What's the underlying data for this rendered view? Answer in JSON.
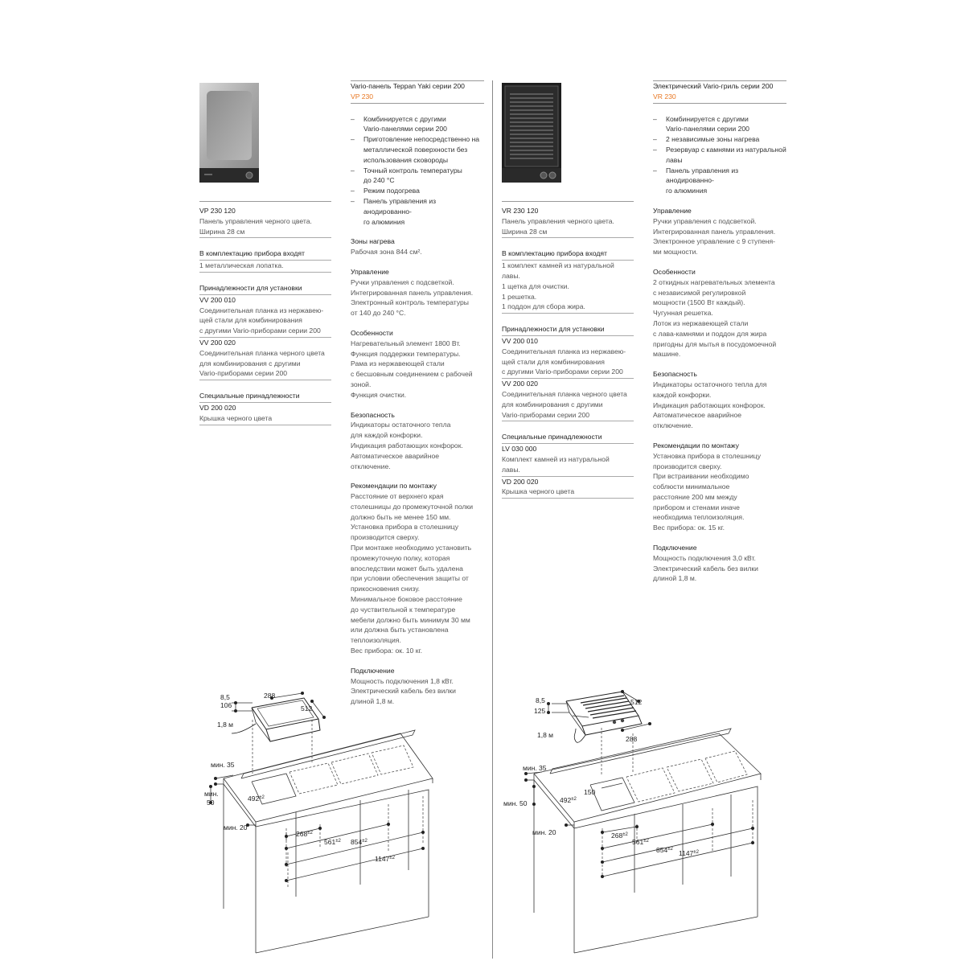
{
  "left": {
    "model_code": "VP 230 120",
    "model_desc": [
      "Панель управления черного цвета.",
      "Ширина 28 см"
    ],
    "included_title": "В комплектацию прибора входят",
    "included_items": [
      "1 металлическая лопатка."
    ],
    "install_acc_title": "Принадлежности для установки",
    "install_acc": [
      {
        "code": "VV 200 010",
        "desc": [
          "Соединительная планка из нержавею-",
          "щей стали для комбинирования",
          "с другими Vario-приборами серии 200"
        ]
      },
      {
        "code": "VV 200 020",
        "desc": [
          "Соединительная планка черного цвета",
          "для комбинирования с другими",
          "Vario-приборами серии 200"
        ]
      }
    ],
    "special_acc_title": "Специальные принадлежности",
    "special_acc": [
      {
        "code": "VD 200 020",
        "desc": [
          "Крышка черного цвета"
        ]
      }
    ]
  },
  "vp": {
    "title": "Vario-панель Teppan Yaki серии 200",
    "code": "VP 230",
    "features": [
      [
        "Комбинируется с другими",
        "Vario-панелями серии 200"
      ],
      [
        "Приготовление непосредственно на",
        "металлической поверхности без",
        "использования сковороды"
      ],
      [
        "Точный контроль температуры",
        "до 240 °C"
      ],
      [
        "Режим подогрева"
      ],
      [
        "Панель управления из анодированно-",
        "го алюминия"
      ]
    ],
    "sections": [
      {
        "title": "Зоны нагрева",
        "lines": [
          "Рабочая зона 844 см²."
        ]
      },
      {
        "title": "Управление",
        "lines": [
          "Ручки управления с подсветкой.",
          "Интегрированная панель управления.",
          "Электронный контроль температуры",
          "от 140 до 240 °C."
        ]
      },
      {
        "title": "Особенности",
        "lines": [
          "Нагревательный элемент 1800 Вт.",
          "Функция поддержки температуры.",
          "Рама из нержавеющей стали",
          "с бесшовным соединением с рабочей",
          "зоной.",
          "Функция очистки."
        ]
      },
      {
        "title": "Безопасность",
        "lines": [
          "Индикаторы остаточного тепла",
          "для каждой конфорки.",
          "Индикация работающих конфорок.",
          "Автоматическое аварийное",
          "отключение."
        ]
      },
      {
        "title": "Рекомендации по монтажу",
        "lines": [
          "Расстояние от верхнего края",
          "столешницы до промежуточной полки",
          "должно быть не менее 150 мм.",
          "Установка прибора в столешницу",
          "производится сверху.",
          "При монтаже необходимо установить",
          "промежуточную полку, которая",
          "впоследствии может быть удалена",
          "при условии обеспечения защиты от",
          "прикосновения снизу.",
          "Минимальное боковое расстояние",
          "до чуствительной к температуре",
          "мебели должно быть минимум 30 мм",
          "или должна быть установлена",
          "теплоизоляция.",
          "Вес прибора: ок. 10 кг."
        ]
      },
      {
        "title": "Подключение",
        "lines": [
          "Мощность подключения 1,8 кВт.",
          "Электрический кабель без вилки",
          "длиной 1,8 м."
        ]
      }
    ]
  },
  "right": {
    "model_code": "VR 230 120",
    "model_desc": [
      "Панель управления черного цвета.",
      "Ширина 28 см"
    ],
    "included_title": "В комплектацию прибора входят",
    "included_items": [
      "1 комплект камней из натуральной",
      "лавы.",
      "1 щетка для очистки.",
      "1 решетка.",
      "1 поддон для сбора жира."
    ],
    "install_acc_title": "Принадлежности для установки",
    "install_acc": [
      {
        "code": "VV 200 010",
        "desc": [
          "Соединительная планка из нержавею-",
          "щей стали для комбинирования",
          "с другими Vario-приборами серии 200"
        ]
      },
      {
        "code": "VV 200 020",
        "desc": [
          "Соединительная планка черного цвета",
          "для комбинирования с другими",
          "Vario-приборами серии 200"
        ]
      }
    ],
    "special_acc_title": "Специальные принадлежности",
    "special_acc": [
      {
        "code": "LV 030 000",
        "desc": [
          "Комплект камней из натуральной",
          "лавы."
        ]
      },
      {
        "code": "VD 200 020",
        "desc": [
          "Крышка черного цвета"
        ]
      }
    ]
  },
  "vr": {
    "title": "Электрический Vario-гриль серии 200",
    "code": "VR 230",
    "features": [
      [
        "Комбинируется с другими",
        "Vario-панелями серии 200"
      ],
      [
        "2 независимые зоны нагрева"
      ],
      [
        "Резервуар с камнями из натуральной",
        "лавы"
      ],
      [
        "Панель управления из анодированно-",
        "го алюминия"
      ]
    ],
    "sections": [
      {
        "title": "Управление",
        "lines": [
          "Ручки управления с подсветкой.",
          "Интегрированная панель управления.",
          "Электронное управление с 9 ступеня-",
          "ми мощности."
        ]
      },
      {
        "title": "Особенности",
        "lines": [
          "2 откидных нагревательных элемента",
          "с независимой регулировкой",
          "мощности (1500 Вт каждый).",
          "Чугунная решетка.",
          "Лоток из нержавеющей стали",
          "с лава-камнями и поддон для жира",
          "пригодны для мытья в посудомоечной",
          "машине."
        ]
      },
      {
        "title": "Безопасность",
        "lines": [
          "Индикаторы остаточного тепла для",
          "каждой конфорки.",
          "Индикация работающих конфорок.",
          "Автоматическое аварийное",
          "отключение."
        ]
      },
      {
        "title": "Рекомендации по монтажу",
        "lines": [
          "Установка прибора в столешницу",
          "производится сверху.",
          "При встраивании необходимо",
          "соблюсти минимальное",
          "расстояние 200 мм между",
          "прибором и стенами иначе",
          "необходима теплоизоляция.",
          "Вес прибора: ок. 15 кг."
        ]
      },
      {
        "title": "Подключение",
        "lines": [
          "Мощность подключения 3,0 кВт.",
          "Электрический кабель без вилки",
          "длиной 1,8 м."
        ]
      }
    ]
  },
  "diagram_left": {
    "labels": {
      "d85": "8,5",
      "d106": "106",
      "d288": "288",
      "d512": "512",
      "cable": "1,8 м",
      "min35": "мин. 35",
      "min50a": "мин.",
      "min50b": "50",
      "min20": "мин. 20",
      "d492": "492",
      "d268": "268",
      "d561": "561",
      "d854": "854",
      "d1147": "1147",
      "tol": "±2"
    }
  },
  "diagram_right": {
    "labels": {
      "d85": "8,5",
      "d125": "125",
      "d512": "512",
      "d288": "288",
      "cable": "1,8 м",
      "min35": "мин. 35",
      "min50": "мин. 50",
      "d150": "150",
      "min20": "мин. 20",
      "d492": "492",
      "d268": "268",
      "d561": "561",
      "d854": "854",
      "d1147": "1147",
      "tol": "±2"
    }
  },
  "colors": {
    "accent": "#e87722",
    "rule": "#999999",
    "text": "#333333"
  }
}
